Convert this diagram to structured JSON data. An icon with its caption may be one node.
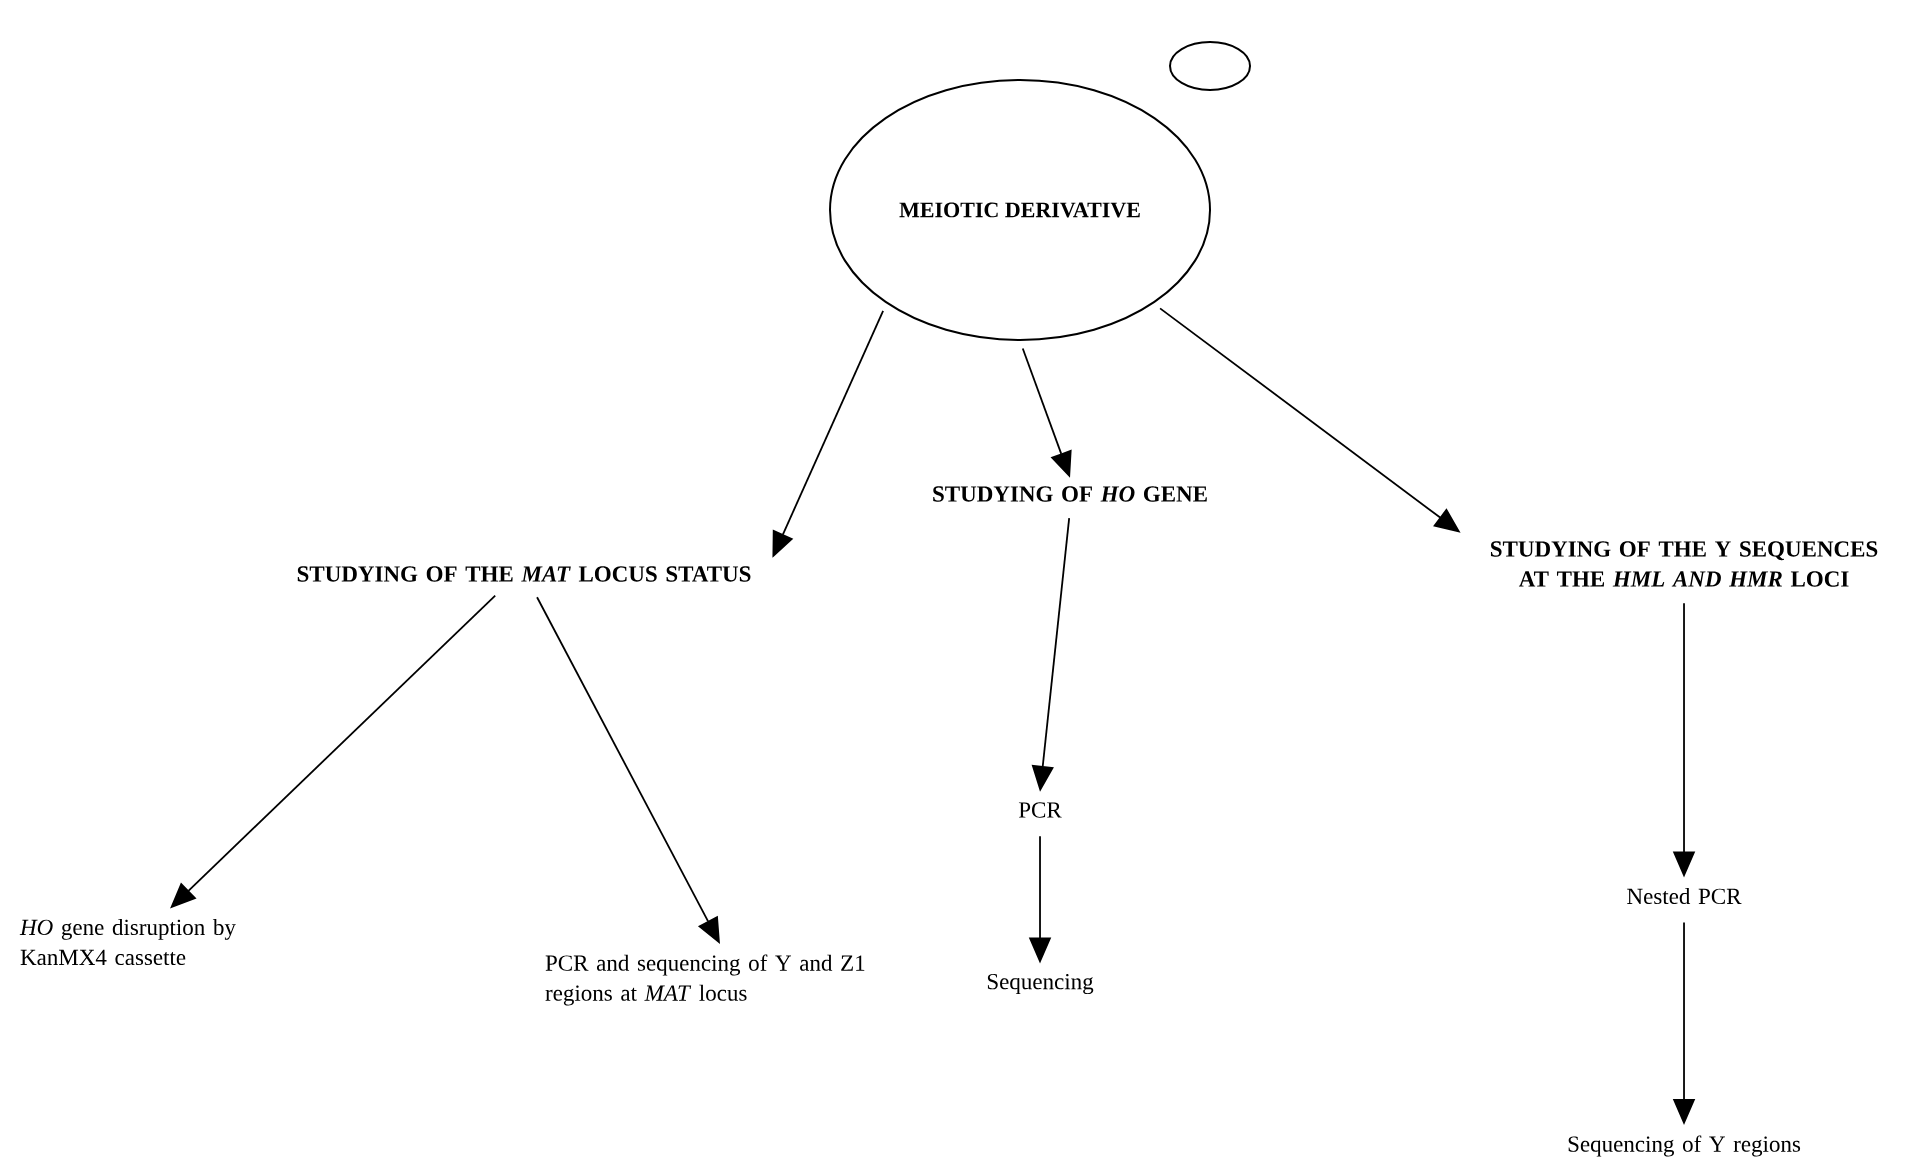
{
  "diagram": {
    "nodes": [
      {
        "text": [
          "MEIOTIC DERIVATIVE"
        ]
      },
      {
        "text": [
          "STUDYING OF THE *MAT* LOCUS STATUS"
        ]
      },
      {
        "text": [
          "STUDYING OF *HO* GENE"
        ]
      },
      {
        "text": [
          "STUDYING OF THE Y SEQUENCES AT THE *HML AND HMR* LOCI"
        ]
      },
      {
        "text": [
          "*HO* gene disruption by KanMX4 cassette"
        ]
      },
      {
        "text": [
          "PCR and sequencing of Y and Z1 regions at *MAT* locus"
        ]
      },
      {
        "text": [
          "PCR"
        ]
      },
      {
        "text": [
          "Sequencing"
        ]
      },
      {
        "text": [
          "Nested PCR"
        ]
      },
      {
        "text": [
          "Sequencing of Y regions"
        ]
      }
    ],
    "edges": [
      {
        "from": 0,
        "to": 1,
        "arrow": "to"
      },
      {
        "from": 0,
        "to": 2,
        "arrow": "to"
      },
      {
        "from": 0,
        "to": 3,
        "arrow": "to"
      },
      {
        "from": 1,
        "to": 4,
        "arrow": "to"
      },
      {
        "from": 1,
        "to": 5,
        "arrow": "to"
      },
      {
        "from": 2,
        "to": 6,
        "arrow": "to"
      },
      {
        "from": 6,
        "to": 7,
        "arrow": "to"
      },
      {
        "from": 3,
        "to": 8,
        "arrow": "to"
      },
      {
        "from": 8,
        "to": 9,
        "arrow": "to"
      }
    ]
  }
}
